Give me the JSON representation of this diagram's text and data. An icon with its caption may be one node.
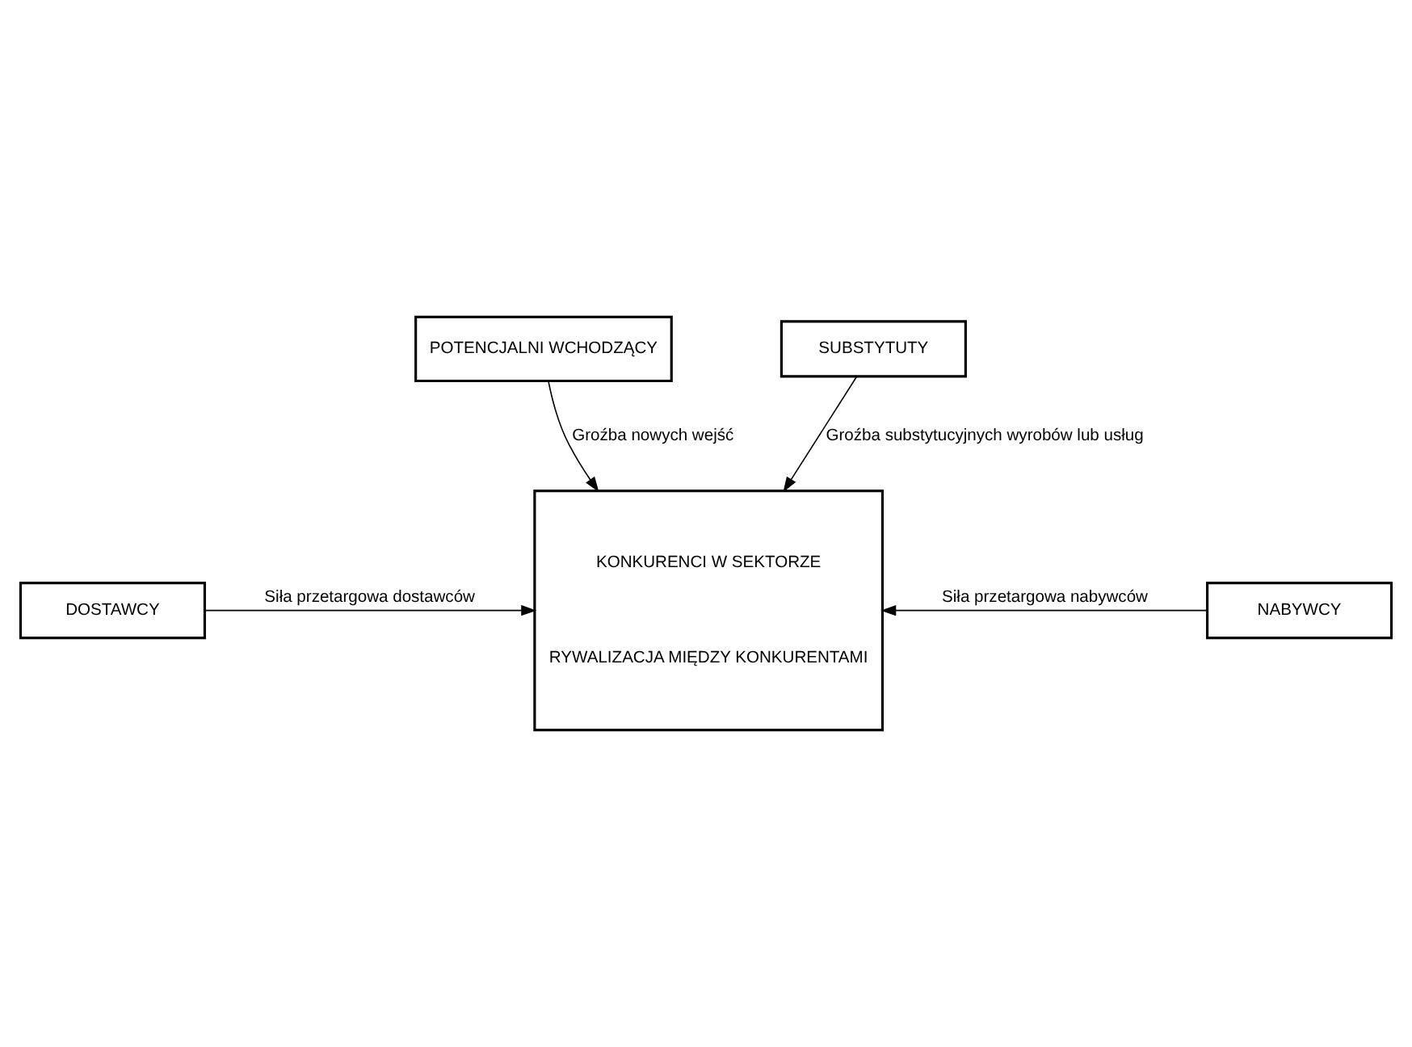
{
  "diagram": {
    "nodes": [
      {
        "text": [
          "POTENCJALNI WCHODZĄCY"
        ]
      },
      {
        "text": [
          "KONKURENCI W SEKTORZE",
          "RYWALIZACJA MIĘDZY KONKURENTAMI"
        ]
      },
      {
        "text": [
          "DOSTAWCY"
        ]
      },
      {
        "text": [
          "NABYWCY"
        ]
      },
      {
        "text": [
          "SUBSTYTUTY"
        ]
      }
    ],
    "edges": [
      {
        "from": 0,
        "to": 1,
        "arrow": "to",
        "label": "Groźba nowych wejść"
      },
      {
        "from": 2,
        "to": 1,
        "arrow": "to",
        "label": "Siła przetargowa dostawców"
      },
      {
        "from": 3,
        "to": 1,
        "arrow": "to",
        "label": "Siła przetargowa nabywców"
      },
      {
        "from": 4,
        "to": 1,
        "arrow": "to",
        "label": "Groźba substytucyjnych wyrobów lub usług"
      }
    ]
  }
}
